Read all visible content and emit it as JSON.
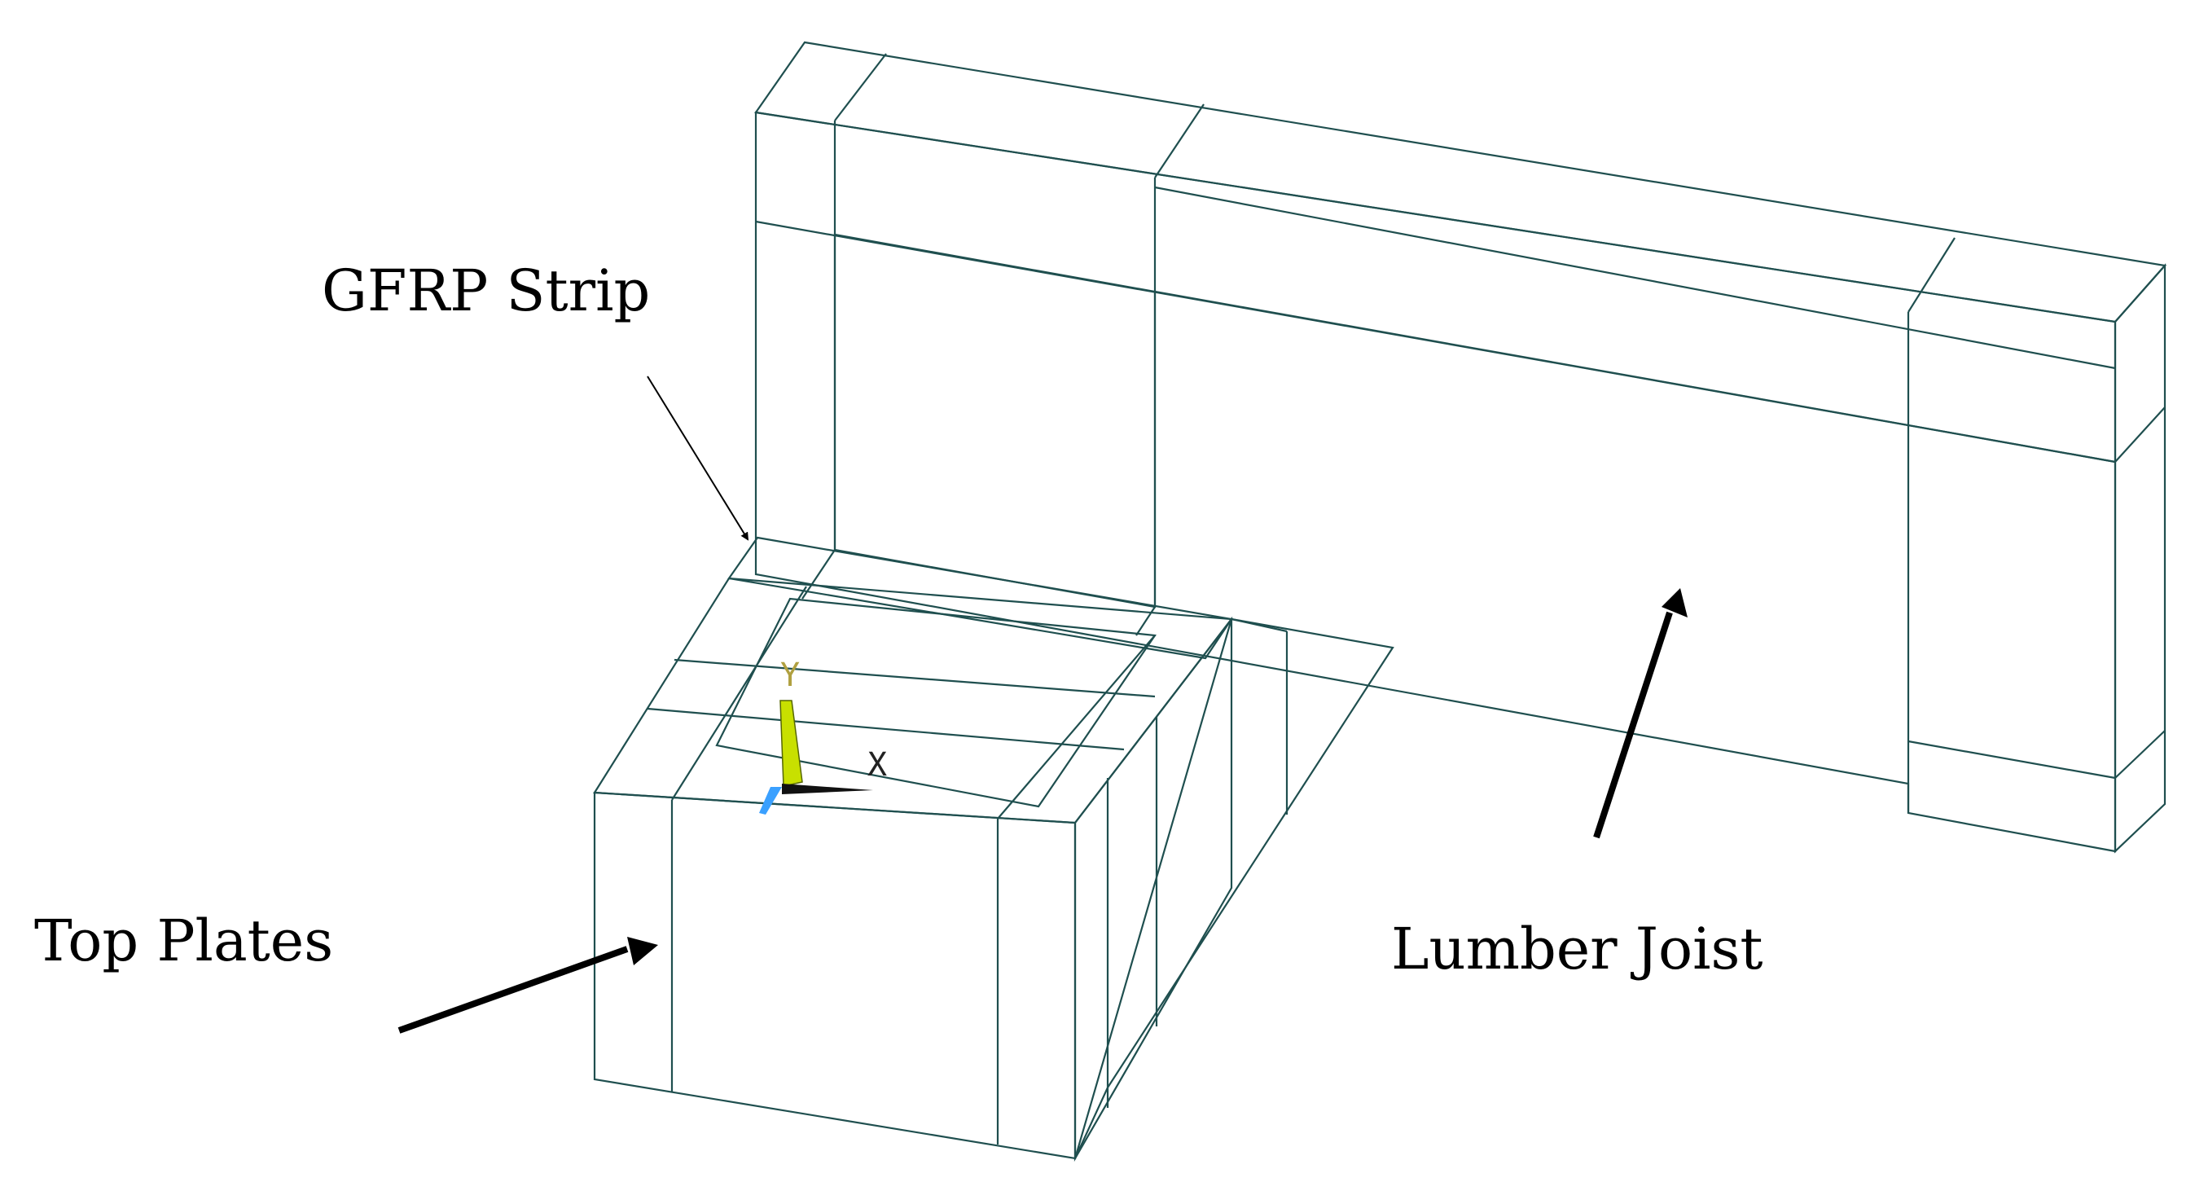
{
  "figure": {
    "labels": {
      "gfrp_strip": "GFRP Strip",
      "top_plates": "Top Plates",
      "lumber_joist": "Lumber Joist"
    },
    "axis_triad": {
      "y_label": "Y",
      "x_label": "X"
    },
    "colors": {
      "wood_face": "#00dede",
      "wood_top": "#00b4b4",
      "wood_side": "#009a9a",
      "wood_shadow": "#007a7a",
      "gfrp_front": "#9a00e6",
      "gfrp_top": "#7a00c4",
      "gfrp_strip": "#8a00d8",
      "edge": "#1f4f4f",
      "arrow": "#000000",
      "axis_y": "#c8e000",
      "axis_x": "#111111",
      "axis_z": "#3aa0ff",
      "axis_label": "#b0a040"
    }
  }
}
